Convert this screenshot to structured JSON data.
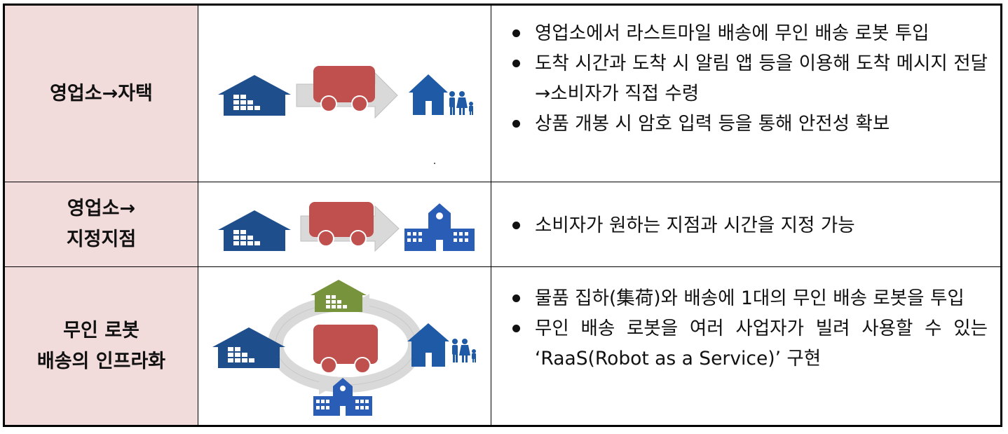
{
  "rows": [
    {
      "label_lines": [
        "영업소→자택"
      ],
      "bullets": [
        "영업소에서 라스트마일 배송에 무인 배송 로봇 투입",
        "도착 시간과 도착 시 알림 앱 등을 이용해 도착 메시지 전달→소비자가 직접 수령",
        "상품 개봉 시 암호 입력 등을 통해 안전성 확보"
      ]
    },
    {
      "label_lines": [
        "영업소→",
        "지정지점"
      ],
      "bullets": [
        "소비자가 원하는 지점과 시간을 지정 가능"
      ]
    },
    {
      "label_lines": [
        "무인 로봇",
        "배송의 인프라화"
      ],
      "bullets": [
        "물품 집하(集荷)와 배송에 1대의 무인 배송 로봇을 투입",
        "무인 배송 로봇을 여러 사업자가 빌려 사용할 수 있는 ‘RaaS(Robot as a Service)’ 구현"
      ]
    }
  ],
  "colors": {
    "label_bg": "#f2dcdb",
    "warehouse_blue": "#1f4e8c",
    "robot_red": "#c0504d",
    "arrow_gray": "#d9d9d9",
    "house_blue": "#1f5aa6",
    "building_blue": "#2a5db5",
    "green_warehouse": "#77933c"
  },
  "icons": [
    "warehouse-icon",
    "delivery-robot-icon",
    "arrow-icon",
    "house-icon",
    "family-icon",
    "office-building-icon",
    "cycle-arrow-icon"
  ]
}
